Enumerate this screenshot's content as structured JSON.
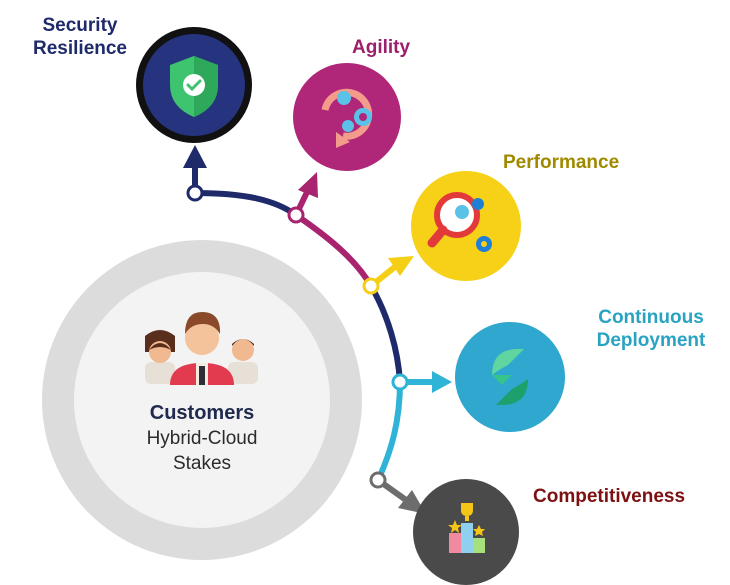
{
  "center": {
    "title": "Customers",
    "subtitle_line1": "Hybrid-Cloud",
    "subtitle_line2": "Stakes",
    "icon": "people-group-icon"
  },
  "nodes": [
    {
      "line1": "Security",
      "line2": "Resilience",
      "color": "#1f2a6b",
      "icon": "shield-check-icon"
    },
    {
      "label": "Agility",
      "color": "#a8246f",
      "icon": "agile-gears-icon"
    },
    {
      "label": "Performance",
      "color": "#f4cf16",
      "icon": "magnifier-gear-icon"
    },
    {
      "line1": "Continuous",
      "line2": "Deployment",
      "color": "#2fa7cf",
      "icon": "deploy-arrows-icon"
    },
    {
      "label": "Competitiveness",
      "color": "#4a4a4a",
      "icon": "podium-trophy-icon"
    }
  ]
}
